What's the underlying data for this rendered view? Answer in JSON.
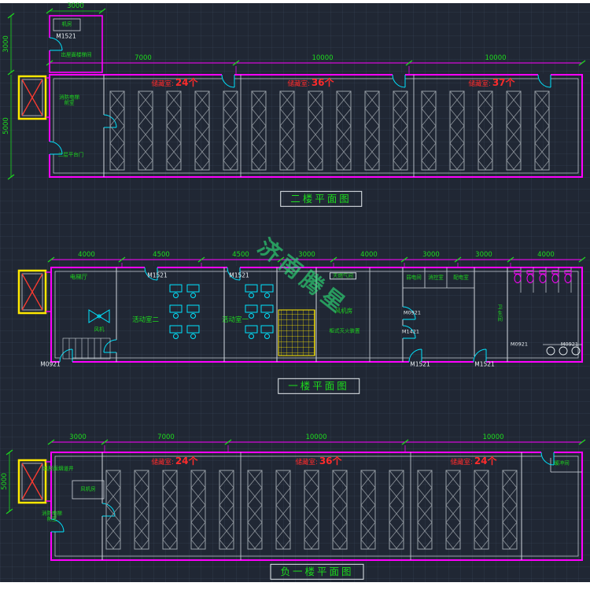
{
  "palette": {
    "bg": "#202734",
    "wall": "#ff00ff",
    "door": "#00e5ff",
    "dim": "#1ddb1d",
    "green": "#1ddb1d",
    "red": "#ff2b2b",
    "white": "#e8eef2",
    "gray": "#99a0a8",
    "yellow": "#ffe800",
    "watermark": "#2ee87a"
  },
  "watermark": "济南腾星",
  "floor2": {
    "title": "二楼平面图",
    "dim_top_small": "3000",
    "dim_left_upper": "3000",
    "dim_left_lower": "5000",
    "dims_top": [
      "7000",
      "10000",
      "10000"
    ],
    "penthouse_door_tag": "M1521",
    "machine_room": "机房",
    "stair_label": "出屋面楼梯间",
    "elevator_lobby": "消防电梯\n前室",
    "platform_door": "二层平台门",
    "storage_labels": [
      {
        "name": "储藏室:",
        "count": "24个"
      },
      {
        "name": "储藏室:",
        "count": "36个"
      },
      {
        "name": "储藏室:",
        "count": "37个"
      }
    ]
  },
  "floor1": {
    "title": "一楼平面图",
    "dims_top": [
      "4000",
      "4500",
      "4500",
      "3000",
      "4000",
      "3000",
      "3000",
      "4000"
    ],
    "elevator_hall": "电梯厅",
    "fan_label": "风机",
    "activity2": "活动室二",
    "activity1": "活动室一",
    "gas_room": "天燃气间",
    "fan_room": "风机房",
    "extinguisher": "柜式灭火装置",
    "weak_power": "弱电间",
    "fire_control": "消控室",
    "power_room": "配电室",
    "washroom": "卫生间",
    "tags": {
      "top_a": "M1521",
      "top_b": "M1521",
      "mid_a": "M0921",
      "mid_b": "M1421",
      "bottom_left": "M0921",
      "bottom_a": "M1521",
      "bottom_b": "M1521",
      "wc_a": "M0921",
      "wc_b": "M0921"
    }
  },
  "basement": {
    "title": "负一楼平面图",
    "dims_top": [
      "3000",
      "7000",
      "10000",
      "10000"
    ],
    "dim_left": "5000",
    "smoke_shaft": "出屋面烟道井",
    "fan_room": "风机房",
    "elevator_lobby": "消防电梯\n前室",
    "buffer_room": "缓冲间",
    "storage_labels": [
      {
        "name": "储藏室:",
        "count": "24个"
      },
      {
        "name": "储藏室:",
        "count": "36个"
      },
      {
        "name": "储藏室:",
        "count": "24个"
      }
    ]
  }
}
